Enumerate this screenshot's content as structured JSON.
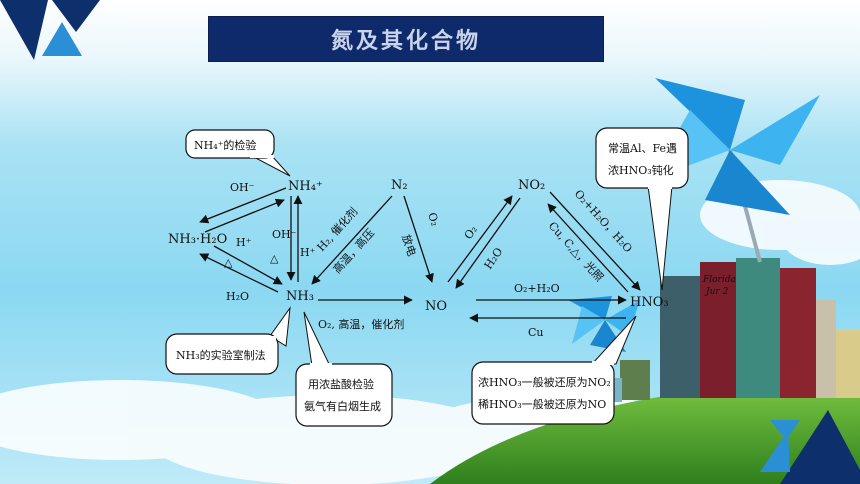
{
  "title": "氮及其化合物",
  "nodes": {
    "nh4": "NH₄⁺",
    "n2": "N₂",
    "no2": "NO₂",
    "nh3h2o": "NH₃·H₂O",
    "nh3": "NH₃",
    "no": "NO",
    "hno3": "HNO₃"
  },
  "edge_labels": {
    "oh_minus_top": "OH⁻",
    "oh_minus_right": "OH⁻",
    "h_plus_left": "H⁺",
    "h_plus_right": "H⁺",
    "tri_left": "△",
    "tri_right": "△",
    "h2o_nh3": "H₂O",
    "n2_to_nh3_a": "H₂, 催化剂",
    "n2_to_nh3_b": "高温，高压",
    "n2_to_no": "放电",
    "n2_o2": "O₂",
    "no_o2": "O₂",
    "no2_h2o": "H₂O",
    "nh3_to_no": "O₂, 高温，催化剂",
    "no2_to_hno3": "O₂+H₂O，H₂O",
    "hno3_to_no2": "Cu, C,△，光照",
    "no_to_hno3": "O₂+H₂O",
    "hno3_to_no": "Cu"
  },
  "callouts": {
    "nh4_test": "NH₄⁺的检验",
    "nh3_prep": "NH₃的实验室制法",
    "hcl_test_line1": "用浓盐酸检验",
    "hcl_test_line2": "氨气有白烟生成",
    "passivation_line1": "常温Al、Fe遇",
    "passivation_line2": "浓HNO₃钝化",
    "reduction_line1": "浓HNO₃一般被还原为NO₂",
    "reduction_line2": "稀HNO₃一般被还原为NO"
  },
  "book_labels": {
    "book1": "Florida",
    "book2": "Jur 2"
  },
  "colors": {
    "title_bg": "#0f2a6b",
    "title_text": "#c9d3ea",
    "sky_top": "#7fd3ef",
    "grass": "#3f9a2a",
    "pinwheel": "#2aa4e6",
    "logo_dark": "#0d2f6b",
    "logo_light": "#2b8fd6"
  }
}
